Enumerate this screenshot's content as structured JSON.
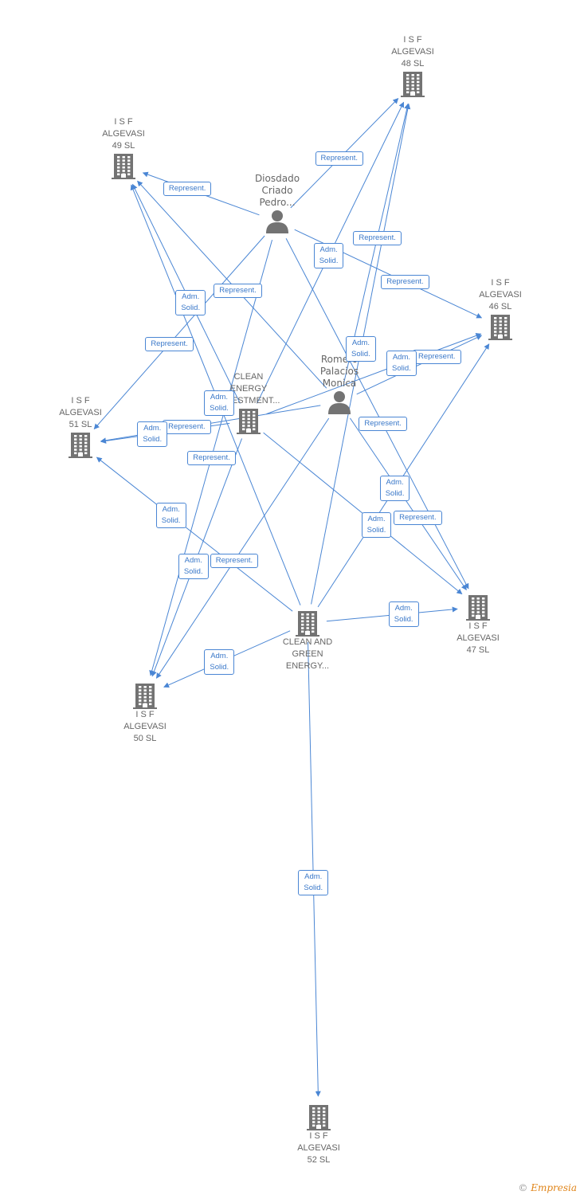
{
  "colors": {
    "edge": "#4a86d4",
    "node": "#737373",
    "text": "#666666"
  },
  "nodes": [
    {
      "id": "isf48",
      "type": "company",
      "label": "I S F\nALGEVASI\n48 SL",
      "label_pos": "above"
    },
    {
      "id": "isf49",
      "type": "company",
      "label": "I S F\nALGEVASI\n49 SL",
      "label_pos": "above"
    },
    {
      "id": "diosdado",
      "type": "person",
      "label": "Diosdado\nCriado\nPedro...",
      "label_pos": "above"
    },
    {
      "id": "isf46",
      "type": "company",
      "label": "I S F\nALGEVASI\n46 SL",
      "label_pos": "above"
    },
    {
      "id": "clean_inv",
      "type": "company",
      "label": "CLEAN\nENERGY\nINVESTMENT...",
      "label_pos": "above"
    },
    {
      "id": "romero",
      "type": "person",
      "label": "Romero\nPalacios\nMonica",
      "label_pos": "above"
    },
    {
      "id": "isf51",
      "type": "company",
      "label": "I S F\nALGEVASI\n51 SL",
      "label_pos": "above"
    },
    {
      "id": "clean_green",
      "type": "company",
      "label": "CLEAN AND\nGREEN\nENERGY...",
      "label_pos": "below"
    },
    {
      "id": "isf47",
      "type": "company",
      "label": "I S F\nALGEVASI\n47 SL",
      "label_pos": "below"
    },
    {
      "id": "isf50",
      "type": "company",
      "label": "I S F\nALGEVASI\n50 SL",
      "label_pos": "below"
    },
    {
      "id": "isf52",
      "type": "company",
      "label": "I S F\nALGEVASI\n52 SL",
      "label_pos": "below"
    }
  ],
  "edges": [
    {
      "from": "diosdado",
      "to": "isf48",
      "label": "Represent."
    },
    {
      "from": "diosdado",
      "to": "isf49",
      "label": "Represent."
    },
    {
      "from": "diosdado",
      "to": "isf46",
      "label": "Represent."
    },
    {
      "from": "diosdado",
      "to": "isf51",
      "label": "Represent."
    },
    {
      "from": "diosdado",
      "to": "isf47",
      "label": "Represent."
    },
    {
      "from": "diosdado",
      "to": "isf50",
      "label": "Represent."
    },
    {
      "from": "romero",
      "to": "isf49",
      "label": "Represent."
    },
    {
      "from": "romero",
      "to": "isf46",
      "label": "Represent."
    },
    {
      "from": "romero",
      "to": "isf51",
      "label": "Represent."
    },
    {
      "from": "romero",
      "to": "isf47",
      "label": "Represent."
    },
    {
      "from": "romero",
      "to": "isf50",
      "label": "Represent."
    },
    {
      "from": "romero",
      "to": "isf48",
      "label": "Represent."
    },
    {
      "from": "clean_inv",
      "to": "isf48",
      "label": "Adm.\nSolid."
    },
    {
      "from": "clean_inv",
      "to": "isf49",
      "label": "Adm.\nSolid."
    },
    {
      "from": "clean_inv",
      "to": "isf46",
      "label": "Adm.\nSolid."
    },
    {
      "from": "clean_inv",
      "to": "isf51",
      "label": "Adm.\nSolid."
    },
    {
      "from": "clean_inv",
      "to": "isf47",
      "label": "Adm.\nSolid."
    },
    {
      "from": "clean_inv",
      "to": "isf50",
      "label": "Adm.\nSolid."
    },
    {
      "from": "clean_green",
      "to": "isf48",
      "label": "Adm.\nSolid."
    },
    {
      "from": "clean_green",
      "to": "isf49",
      "label": "Adm.\nSolid."
    },
    {
      "from": "clean_green",
      "to": "isf46",
      "label": "Adm.\nSolid."
    },
    {
      "from": "clean_green",
      "to": "isf51",
      "label": "Adm.\nSolid."
    },
    {
      "from": "clean_green",
      "to": "isf47",
      "label": "Adm.\nSolid."
    },
    {
      "from": "clean_green",
      "to": "isf50",
      "label": "Adm.\nSolid."
    },
    {
      "from": "clean_green",
      "to": "isf52",
      "label": "Adm.\nSolid."
    }
  ],
  "footer": {
    "copyright": "©",
    "brand": "Empresia"
  }
}
